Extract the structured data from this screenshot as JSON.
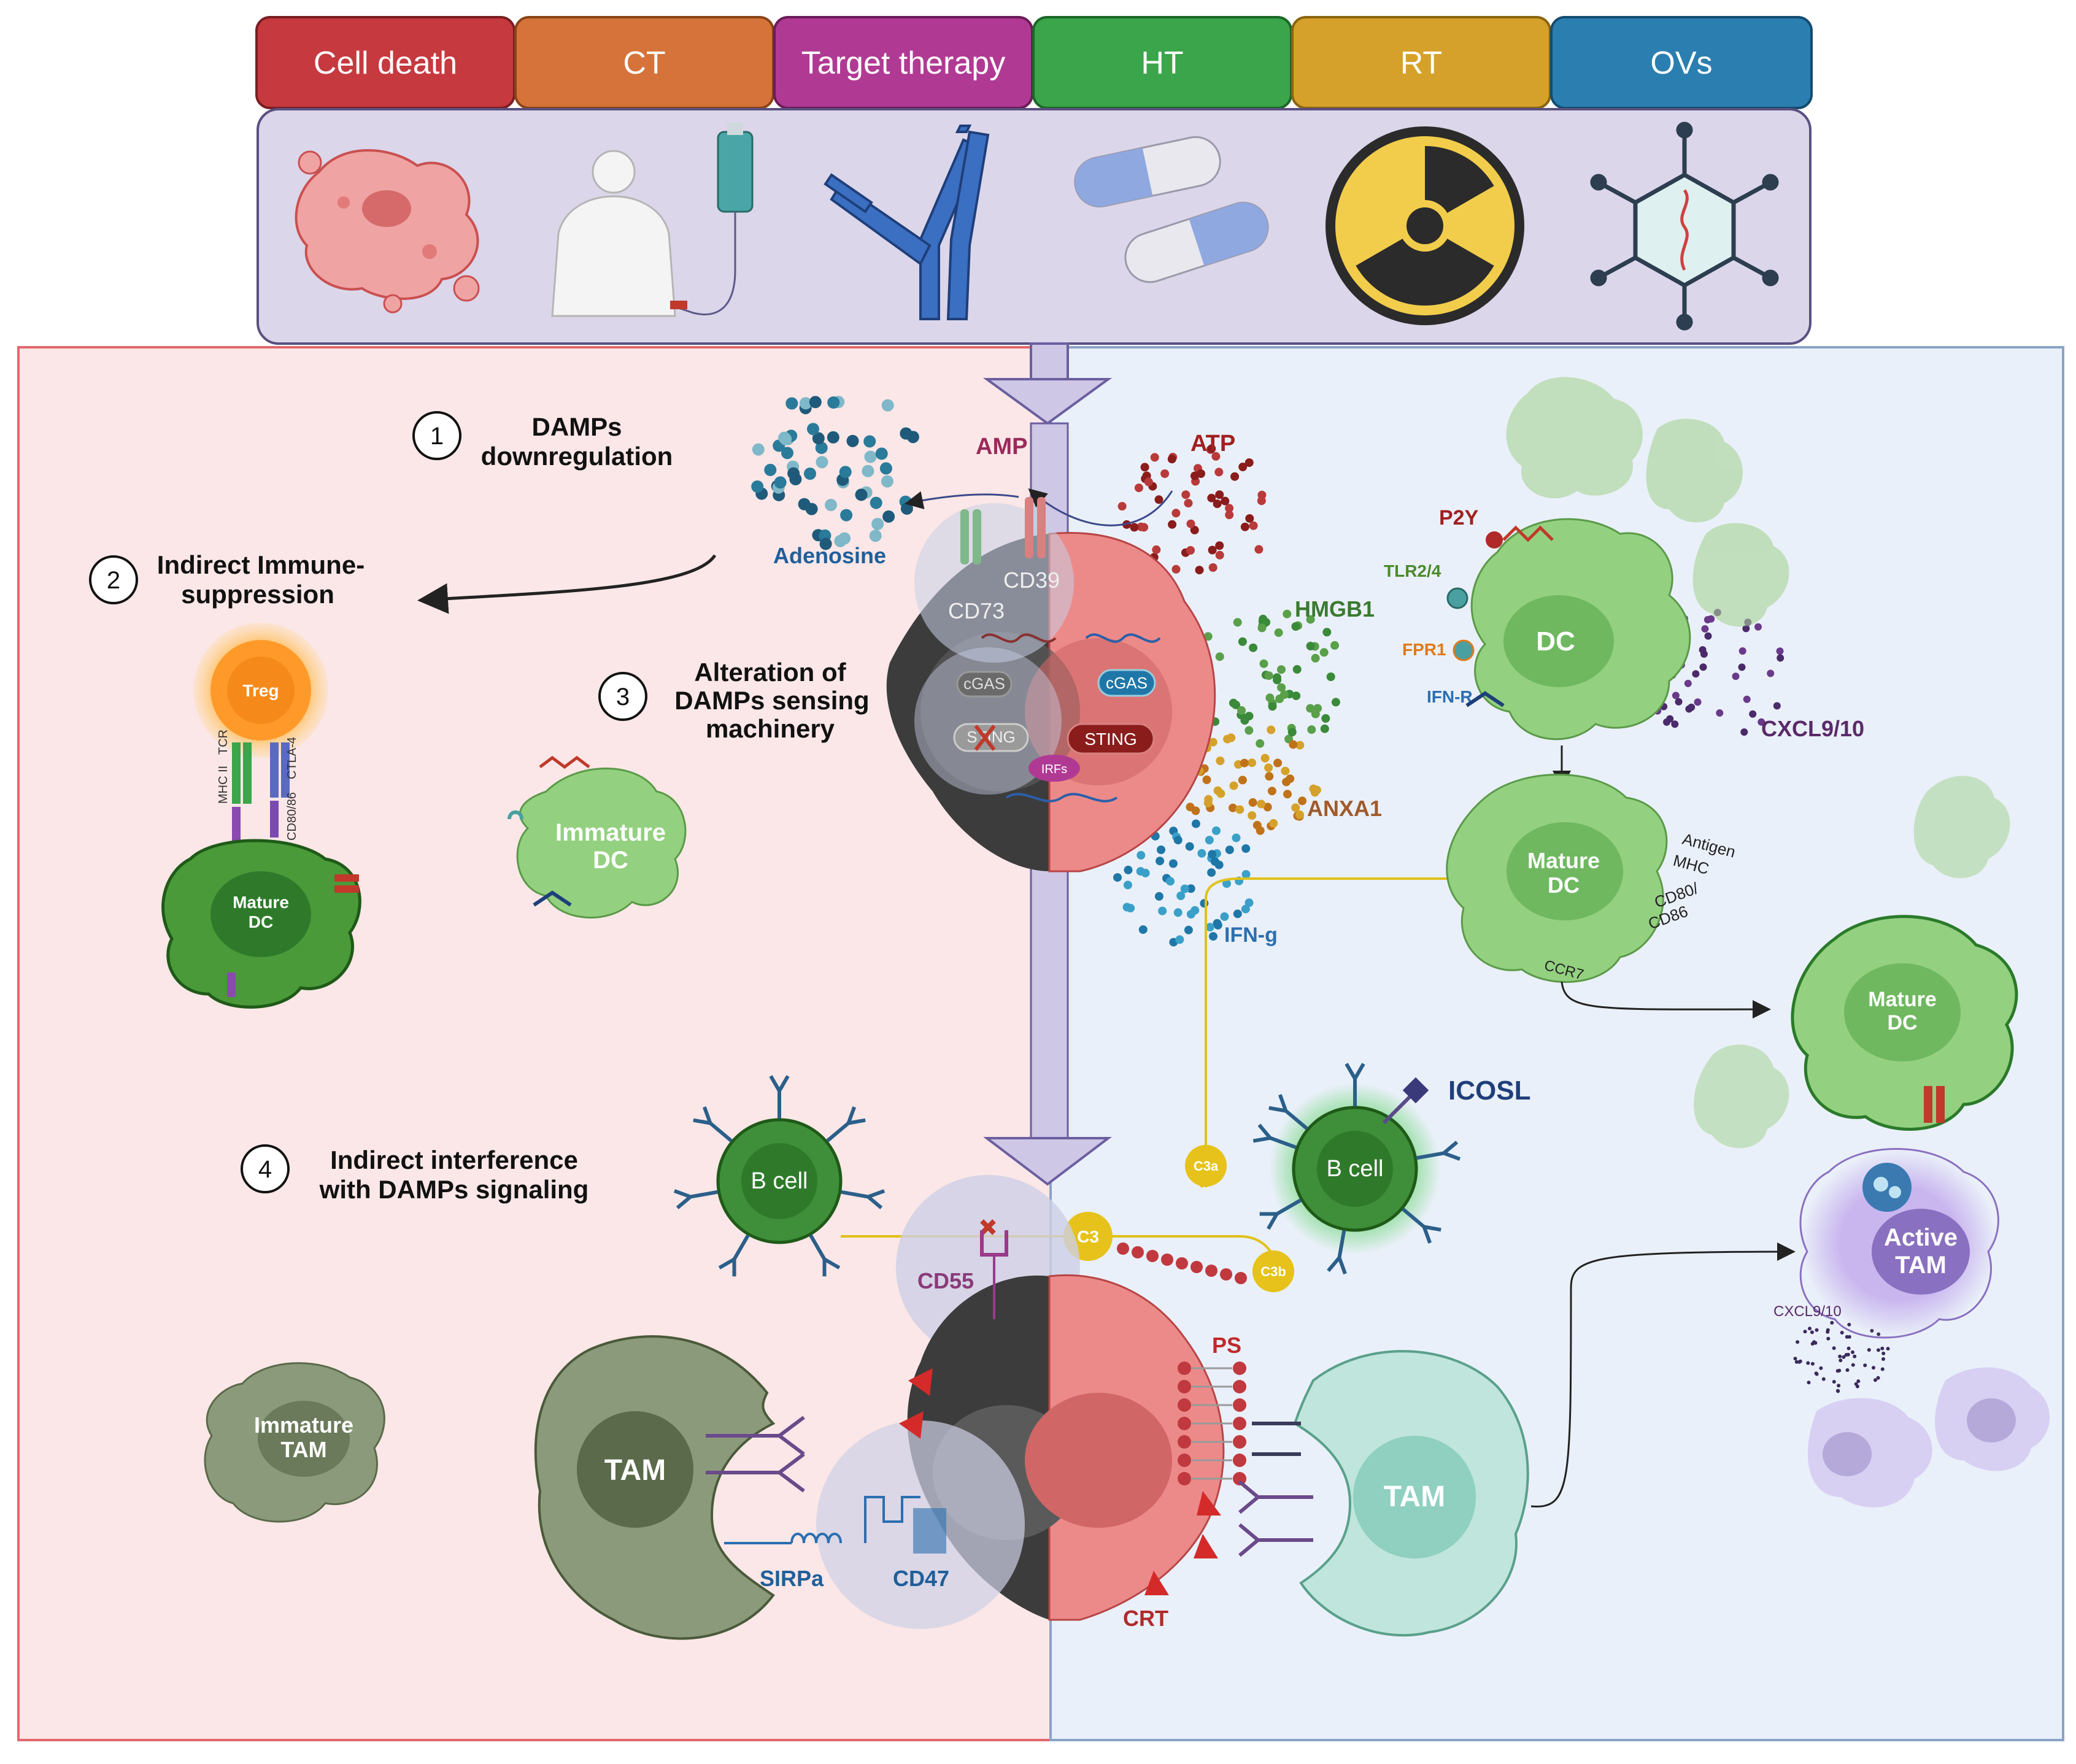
{
  "header": {
    "tabs": [
      {
        "label": "Cell death",
        "color": "#c6393f"
      },
      {
        "label": "CT",
        "color": "#d5733a"
      },
      {
        "label": "Target therapy",
        "color": "#b03a93"
      },
      {
        "label": "HT",
        "color": "#3aa54a"
      },
      {
        "label": "RT",
        "color": "#d5a12a"
      },
      {
        "label": "OVs",
        "color": "#2b7fb0"
      }
    ],
    "icons": [
      "dead-cell-icon",
      "iv-drip-patient-icon",
      "antibody-icon",
      "capsule-icon",
      "radiation-icon",
      "virus-icon"
    ]
  },
  "steps": [
    {
      "number": "1",
      "line1": "DAMPs",
      "line2": "downregulation"
    },
    {
      "number": "2",
      "line1": "Indirect Immune-",
      "line2": "suppression"
    },
    {
      "number": "3",
      "line1": "Alteration of",
      "line2": "DAMPs sensing",
      "line3": "machinery"
    },
    {
      "number": "4",
      "line1": "Indirect interference",
      "line2": "with DAMPs signaling"
    }
  ],
  "labels": {
    "amp": "AMP",
    "atp": "ATP",
    "adenosine": "Adenosine",
    "cd39": "CD39",
    "cd73": "CD73",
    "hmgb1": "HMGB1",
    "anxa1": "ANXA1",
    "ifn_g": "IFN-g",
    "cgas_left": "cGAS",
    "sting_left": "STING",
    "cgas_right": "cGAS",
    "sting_right": "STING",
    "irfs": "IRFs",
    "p2y": "P2Y",
    "tlr": "TLR2/4",
    "fpr1": "FPR1",
    "ifn_r": "IFN-R",
    "dc": "DC",
    "cxcl_top": "CXCL9/10",
    "antigen": "Antigen",
    "mhc": "MHC",
    "cd80_1": "CD80/",
    "cd80_2": "CD86",
    "ccr7": "CCR7",
    "mature": "Mature",
    "dc_short": "DC",
    "immature": "Immature",
    "treg": "Treg",
    "mhc2": "MHC II",
    "tcr": "TCR",
    "cd8086": "CD80/86",
    "ctla4": "CTLA-4",
    "icosl": "ICOSL",
    "b_cell": "B cell",
    "c3": "C3",
    "c3a": "C3a",
    "c3b": "C3b",
    "cd55": "CD55",
    "ps": "PS",
    "crt": "CRT",
    "tam": "TAM",
    "sirpa": "SIRPa",
    "cd47": "CD47",
    "active": "Active",
    "cxcl_bottom": "CXCL9/10"
  }
}
